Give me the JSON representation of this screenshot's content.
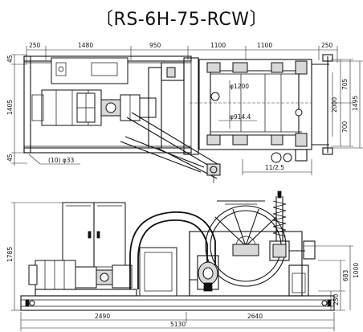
{
  "title": "〔RS-6H-75-RCW〕",
  "top_view": {
    "dims_top": [
      "250",
      "1480",
      "950",
      "1100",
      "1100",
      "250"
    ],
    "dims_left": [
      "45",
      "1405",
      "45"
    ],
    "dims_right": [
      "705",
      "1495",
      "700",
      "2000"
    ],
    "annotations": {
      "drum_dia_large": "φ1200",
      "drum_dia_small": "φ914.4",
      "holes": "(10) φ33",
      "slope": "11/2.5"
    }
  },
  "side_view": {
    "dims_bottom": [
      "2490",
      "2640",
      "5130"
    ],
    "dims_left": [
      "1785"
    ],
    "dims_right": [
      "1000",
      "683",
      "250"
    ]
  }
}
